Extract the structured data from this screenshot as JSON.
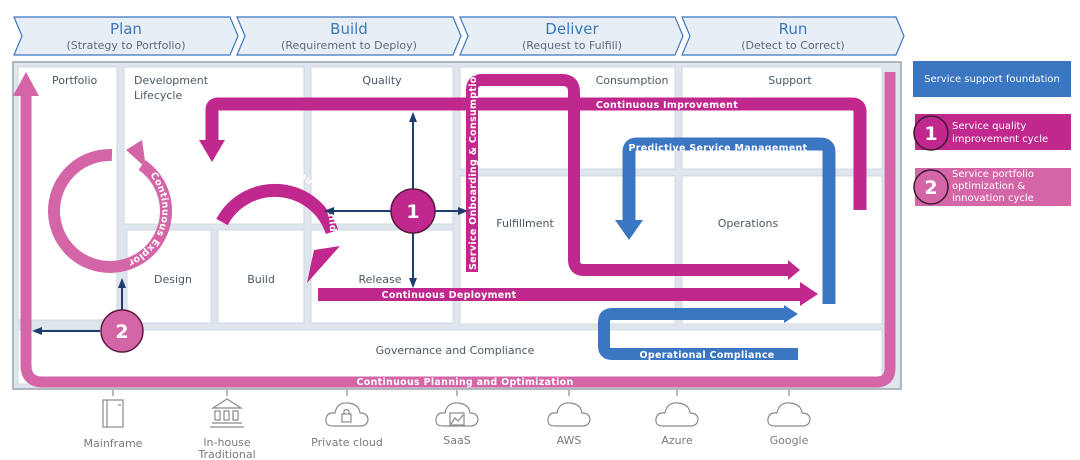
{
  "stages": [
    {
      "title": "Plan",
      "subtitle": "(Strategy to Portfolio)"
    },
    {
      "title": "Build",
      "subtitle": "(Requirement to Deploy)"
    },
    {
      "title": "Deliver",
      "subtitle": "(Request to Fulfill)"
    },
    {
      "title": "Run",
      "subtitle": "(Detect to Correct)"
    }
  ],
  "cells": {
    "portfolio": "Portfolio",
    "development_lifecycle_1": "Development",
    "development_lifecycle_2": "Lifecycle",
    "quality": "Quality",
    "consumption": "Consumption",
    "support": "Support",
    "design": "Design",
    "build": "Build",
    "release": "Release",
    "fulfillment": "Fulfillment",
    "operations": "Operations",
    "governance": "Governance and Compliance"
  },
  "flows": {
    "continuous_improvement": "Continuous Improvement",
    "predictive_service_management": "Predictive Service Management",
    "continuous_build_test": "Continuous Build & Test",
    "continuous_exploration": "Continuous Exploration",
    "service_onboarding": "Service Onboarding & Consumption",
    "continuous_deployment": "Continuous Deployment",
    "operational_compliance": "Operational Compliance",
    "continuous_planning": "Continuous Planning and Optimization"
  },
  "badges": {
    "cycle1": "1",
    "cycle2": "2"
  },
  "legend": {
    "foundation": "Service support foundation",
    "cycle1_number": "1",
    "cycle1_line1": "Service quality",
    "cycle1_line2": "improvement cycle",
    "cycle2_number": "2",
    "cycle2_line1": "Service portfolio",
    "cycle2_line2": "optimization &",
    "cycle2_line3": "innovation cycle"
  },
  "colors": {
    "magenta": "#c0288e",
    "pink": "#d466a8",
    "blue": "#3b76c2",
    "navy": "#1f3c6e",
    "grid": "#dde3ea"
  },
  "platforms": [
    {
      "label": "Mainframe",
      "icon": "mainframe-icon"
    },
    {
      "label": "In-house",
      "label2": "Traditional",
      "icon": "bank-building-icon"
    },
    {
      "label": "Private cloud",
      "icon": "cloud-lock-icon"
    },
    {
      "label": "SaaS",
      "icon": "cloud-image-icon"
    },
    {
      "label": "AWS",
      "icon": "cloud-icon"
    },
    {
      "label": "Azure",
      "icon": "cloud-icon"
    },
    {
      "label": "Google",
      "icon": "cloud-icon"
    }
  ]
}
